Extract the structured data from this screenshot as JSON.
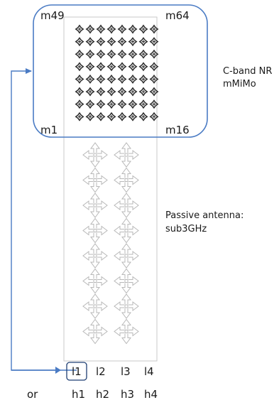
{
  "corner_labels": {
    "top_left": "m49",
    "top_right": "m64",
    "bottom_left": "m1",
    "bottom_right": "m16"
  },
  "mmimo_label": {
    "line1": "C-band NR",
    "line2": "mMiMo"
  },
  "passive_label": {
    "line1": "Passive antenna:",
    "line2": "sub3GHz"
  },
  "ports_low": [
    "l1",
    "l2",
    "l3",
    "l4"
  ],
  "ports_high": [
    "h1",
    "h2",
    "h3",
    "h4"
  ],
  "or_label": "or",
  "mmimo_array": {
    "rows": 8,
    "cols": 8
  },
  "passive_array": {
    "rows": 8,
    "cols": 2
  },
  "colors": {
    "panel_border": "#4a7bc4",
    "arrow": "#4a7bc4",
    "element_dark": "#2b2b2b",
    "element_light": "#b8b8b8",
    "panel_frame": "#c8c8c8"
  }
}
